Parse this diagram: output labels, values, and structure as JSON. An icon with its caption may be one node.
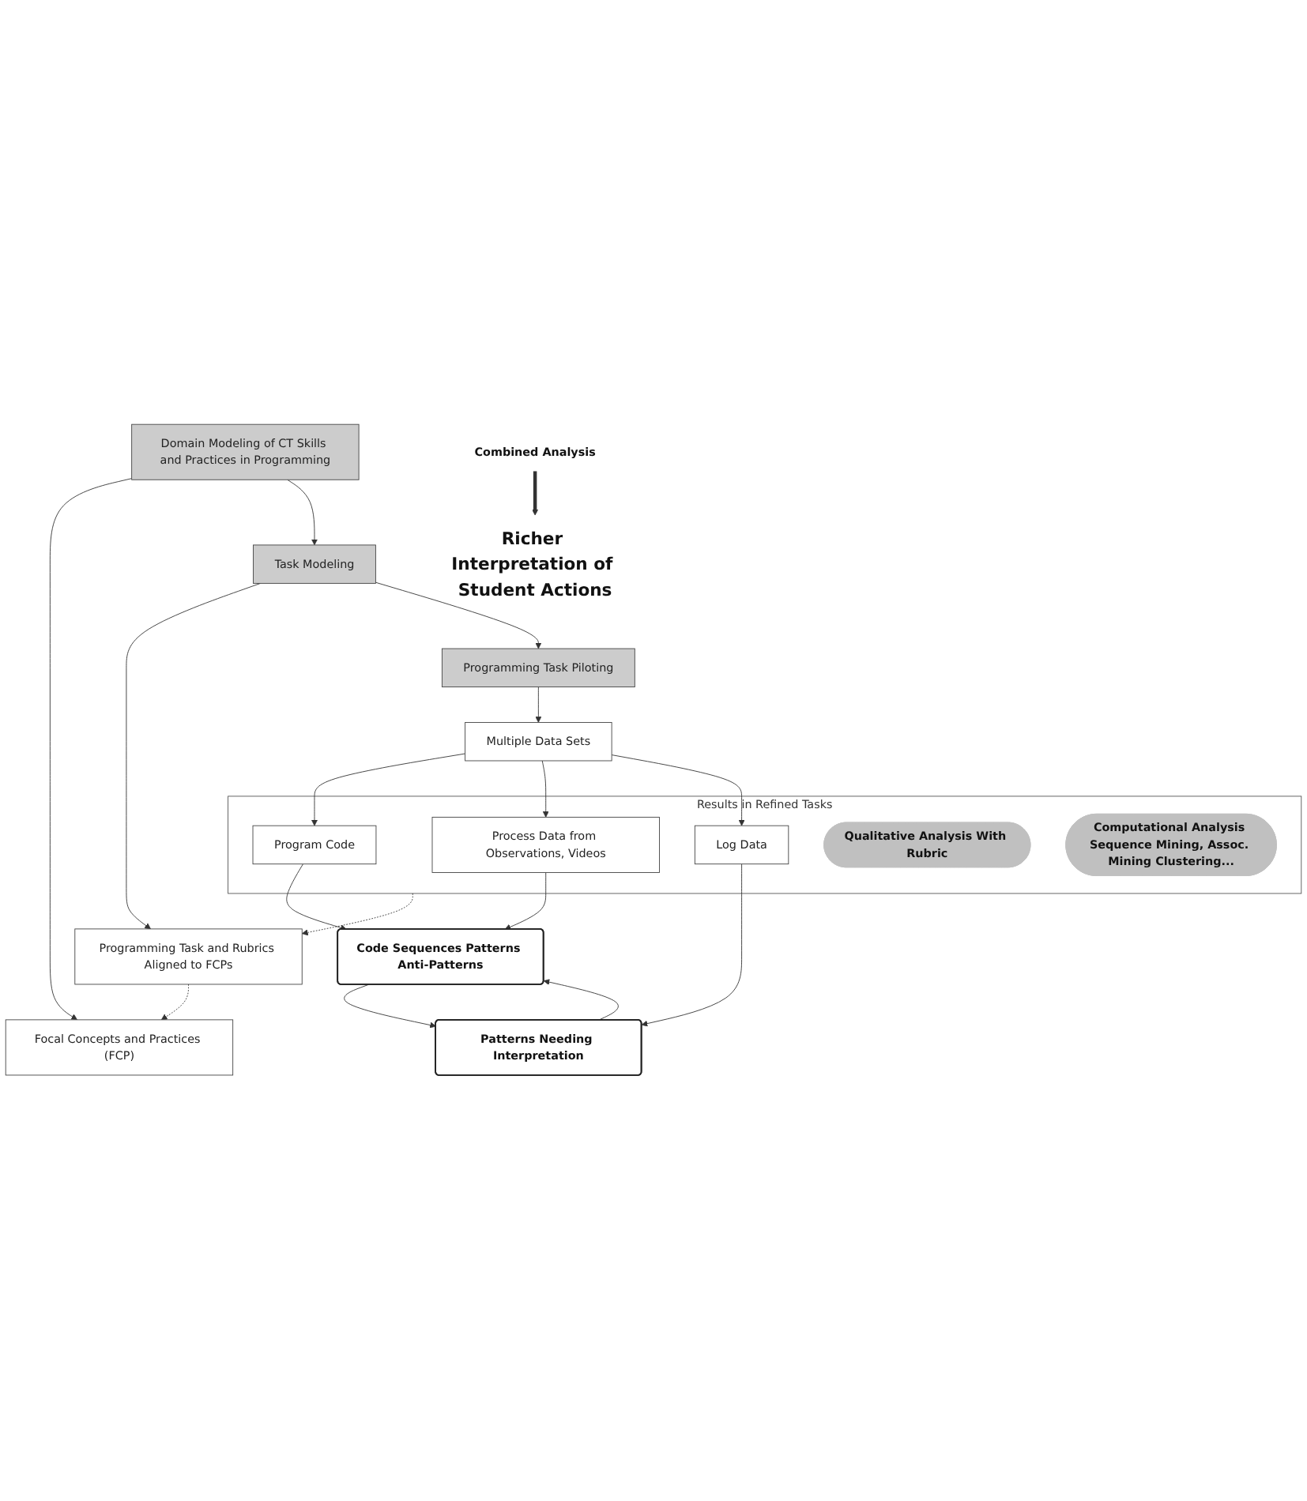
{
  "diagram": {
    "nodes": [
      {
        "text": [
          "Domain Modeling of CT Skills and Practices in Programming"
        ]
      },
      {
        "text": [
          "Focal Concepts and Practices (FCP)"
        ]
      },
      {
        "text": [
          "Task Modeling"
        ]
      },
      {
        "text": [
          "Programming Task and Rubrics Aligned to FCPs"
        ]
      },
      {
        "text": [
          "Programming Task Piloting"
        ]
      },
      {
        "text": [
          "Multiple Data Sets"
        ]
      },
      {
        "text": [
          "Results in Refined Tasks"
        ]
      },
      {
        "text": [
          "Program Code"
        ],
        "in": 6
      },
      {
        "text": [
          "Process Data from Observations, Videos"
        ],
        "in": 6
      },
      {
        "text": [
          "Log Data"
        ],
        "in": 6
      },
      {
        "text": [
          "Qualitative Analysis With Rubric"
        ],
        "in": 6
      },
      {
        "text": [
          "Computational Analysis Sequence Mining, Assoc. Mining Clustering..."
        ],
        "in": 6
      },
      {
        "text": [
          "Code Sequences Patterns Anti-Patterns"
        ]
      },
      {
        "text": [
          "Patterns Needing Interpretation"
        ]
      },
      {
        "text": [
          "Combined Analysis"
        ]
      },
      {
        "text": [
          "Richer Interpretation of Student Actions"
        ]
      }
    ],
    "edges": [
      {
        "from": 0,
        "to": 1,
        "arrow": "to"
      },
      {
        "from": 0,
        "to": 2,
        "arrow": "to"
      },
      {
        "from": 2,
        "to": 3,
        "arrow": "to"
      },
      {
        "from": 2,
        "to": 4,
        "arrow": "to"
      },
      {
        "from": 4,
        "to": 5,
        "arrow": "to"
      },
      {
        "from": 5,
        "to": 7,
        "arrow": "to"
      },
      {
        "from": 5,
        "to": 8,
        "arrow": "to"
      },
      {
        "from": 5,
        "to": 9,
        "arrow": "to"
      },
      {
        "from": 6,
        "to": 3,
        "arrow": "to",
        "style": "dashed"
      },
      {
        "from": 3,
        "to": 1,
        "arrow": "to",
        "style": "dashed"
      },
      {
        "from": 7,
        "to": 12,
        "arrow": "to"
      },
      {
        "from": 8,
        "to": 12,
        "arrow": "to"
      },
      {
        "from": 9,
        "to": 13,
        "arrow": "to"
      },
      {
        "from": 12,
        "to": 13,
        "arrow": "to"
      },
      {
        "from": 13,
        "to": 12,
        "arrow": "to"
      },
      {
        "from": 14,
        "to": 15,
        "arrow": "to",
        "style": "thick"
      }
    ]
  }
}
